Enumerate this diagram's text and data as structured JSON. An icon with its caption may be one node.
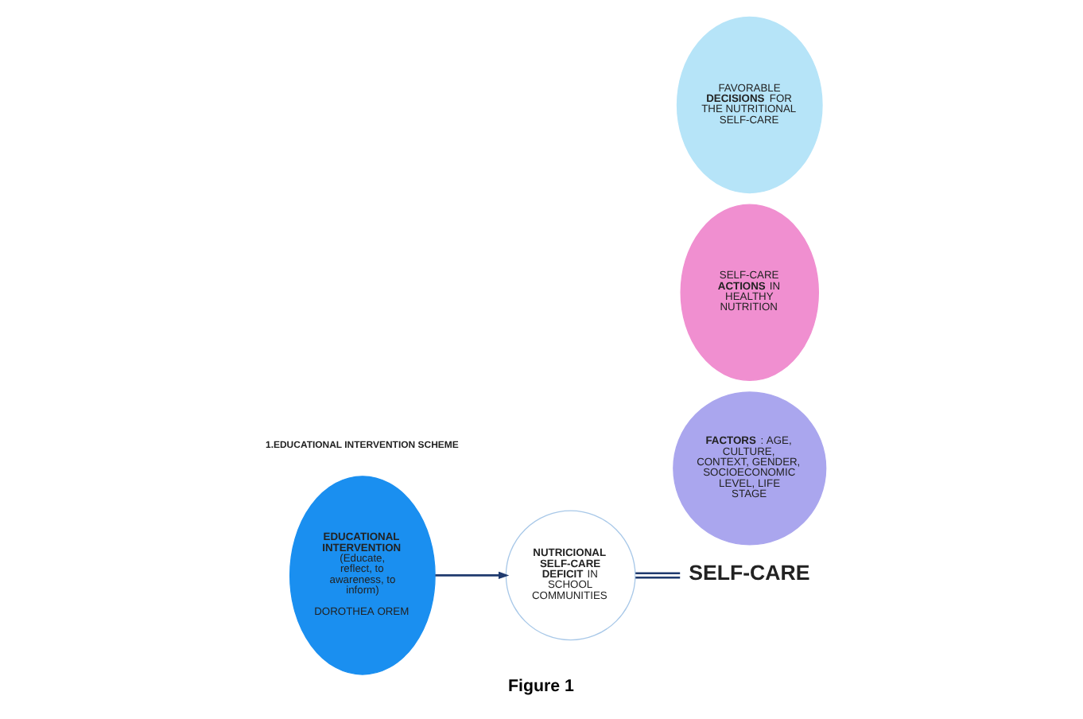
{
  "diagram": {
    "caption": "Figure 1",
    "nodes": [
      {
        "text": [
          "**EDUCATIONAL INTERVENTION** (Educate, reflect, to awareness, to inform)",
          "DOROTHEA OREM"
        ]
      },
      {
        "text": [
          "**NUTRICIONAL SELF-CARE DEFICIT** IN SCHOOL COMMUNITIES"
        ]
      },
      {
        "text": [
          "**FACTORS**: AGE, CULTURE, CONTEXT, GENDER, SOCIOECONOMIC LEVEL, LIFE STAGE"
        ]
      },
      {
        "text": [
          "SELF-CARE"
        ]
      },
      {
        "text": [
          "SELF-CARE **ACTIONS** IN HEALTHY NUTRITION"
        ]
      },
      {
        "text": [
          "FAVORABLE **DECISIONS** FOR THE NUTRITIONAL SELF-CARE"
        ]
      }
    ],
    "edges": [
      {
        "from": 0,
        "to": 1,
        "arrow": "to"
      },
      {
        "from": 1,
        "to": 3,
        "arrow": "none"
      }
    ],
    "labels": [
      "1.EDUCATIONAL INTERVENTION SCHEME"
    ]
  }
}
